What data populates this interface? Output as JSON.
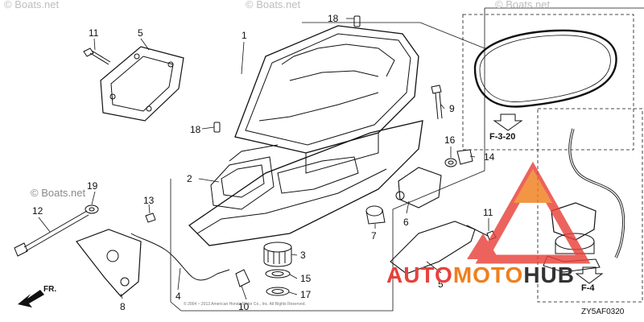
{
  "watermarks": {
    "top_left": "© Boats.net",
    "top_mid": "© Boats.net",
    "top_right": "© Boats.net",
    "mid_left": "© Boats.net"
  },
  "callouts": {
    "c1": "1",
    "c2": "2",
    "c3": "3",
    "c4": "4",
    "c5a": "5",
    "c5b": "5",
    "c6": "6",
    "c7": "7",
    "c8": "8",
    "c9": "9",
    "c10": "10",
    "c11a": "11",
    "c11b": "11",
    "c12": "12",
    "c13": "13",
    "c14": "14",
    "c15": "15",
    "c16": "16",
    "c17": "17",
    "c18a": "18",
    "c18b": "18",
    "c19": "19"
  },
  "refs": {
    "f320": "F-3-20",
    "f4": "F-4"
  },
  "front_label": "FR.",
  "diagram_code": "ZY5AF0320",
  "copyright": "© 2004 ~ 2013 American Honda Motor Co., Inc. All Rights Reserved.",
  "logo": {
    "part1": "AUTO",
    "part2": "MOTO",
    "part3": "HUB"
  },
  "colors": {
    "logo_red": "#e8413a",
    "logo_orange": "#f07f1d",
    "logo_dark": "#333333",
    "line": "#111111"
  }
}
